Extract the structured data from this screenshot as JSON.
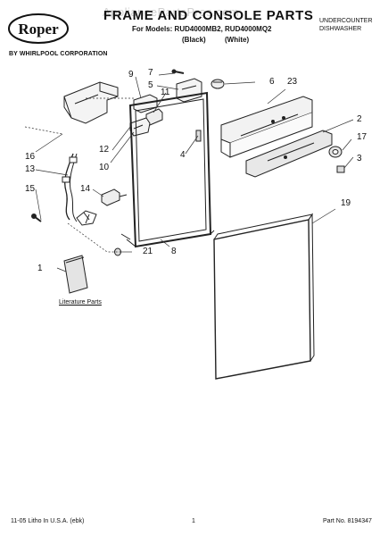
{
  "header": {
    "brand": "Roper",
    "brand_sub": "BY WHIRLPOOL CORPORATION",
    "title": "FRAME AND CONSOLE PARTS",
    "models_line": "For Models: RUD4000MB2, RUD4000MQ2",
    "color_black": "(Black)",
    "color_white": "(White)",
    "appliance_line1": "UNDERCOUNTER",
    "appliance_line2": "DISHWASHER",
    "watermark": "AppliancePartsPros.com"
  },
  "callouts": [
    "1",
    "2",
    "3",
    "4",
    "5",
    "6",
    "7",
    "8",
    "9",
    "10",
    "11",
    "12",
    "13",
    "14",
    "15",
    "16",
    "17",
    "19",
    "21",
    "23"
  ],
  "literature_label": "Literature Parts",
  "footer": {
    "left": "11-05 Litho In U.S.A. (ebk)",
    "page": "1",
    "part_no": "Part No. 8194347"
  }
}
